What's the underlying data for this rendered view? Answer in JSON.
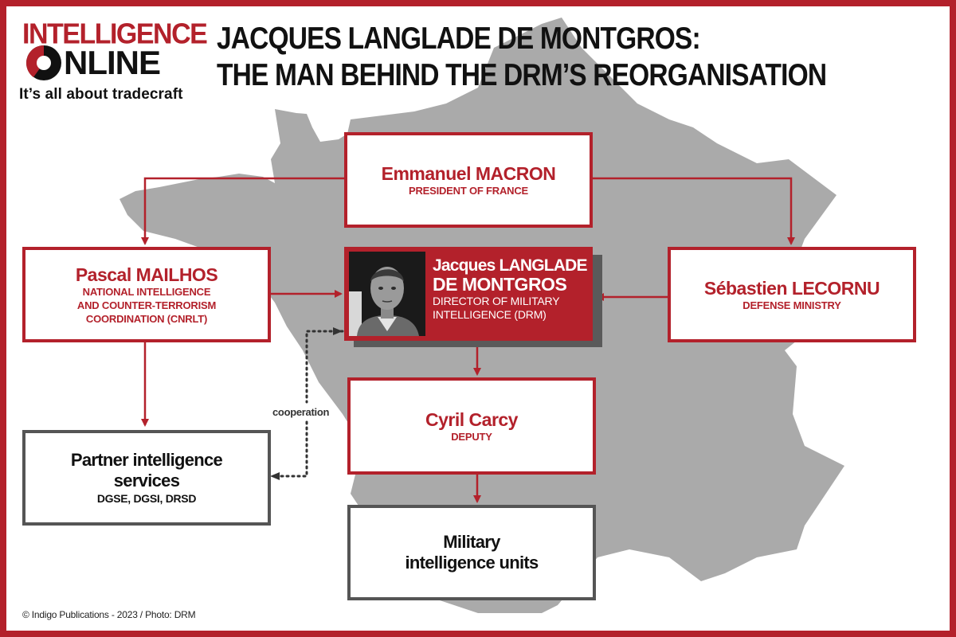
{
  "branding": {
    "logo_top": "INTELLIGENCE",
    "logo_bottom": "NLINE",
    "tagline": "It’s all about tradecraft",
    "accent_color": "#b3212b"
  },
  "headline": {
    "line1": "JACQUES LANGLADE DE MONTGROS:",
    "line2": "THE MAN BEHIND THE DRM’S REORGANISATION"
  },
  "nodes": {
    "president": {
      "name": "Emmanuel MACRON",
      "role": "PRESIDENT OF FRANCE"
    },
    "cnrlt": {
      "name": "Pascal MAILHOS",
      "role_lines": [
        "NATIONAL INTELLIGENCE",
        "AND COUNTER-TERRORISM",
        "COORDINATION (CNRLT)"
      ]
    },
    "director": {
      "name_line1": "Jacques LANGLADE",
      "name_line2": "DE MONTGROS",
      "role_lines": [
        "DIRECTOR OF MILITARY",
        "INTELLIGENCE (DRM)"
      ]
    },
    "defense": {
      "name": "Sébastien LECORNU",
      "role": "DEFENSE MINISTRY"
    },
    "partners": {
      "title_lines": [
        "Partner intelligence",
        "services"
      ],
      "sub": "DGSE, DGSI, DRSD"
    },
    "deputy": {
      "name": "Cyril Carcy",
      "role": "DEPUTY"
    },
    "units": {
      "title_lines": [
        "Military",
        "intelligence units"
      ]
    }
  },
  "edges": {
    "cooperation_label": "cooperation"
  },
  "footer": {
    "credit": "© Indigo Publications - 2023 / Photo: DRM"
  }
}
